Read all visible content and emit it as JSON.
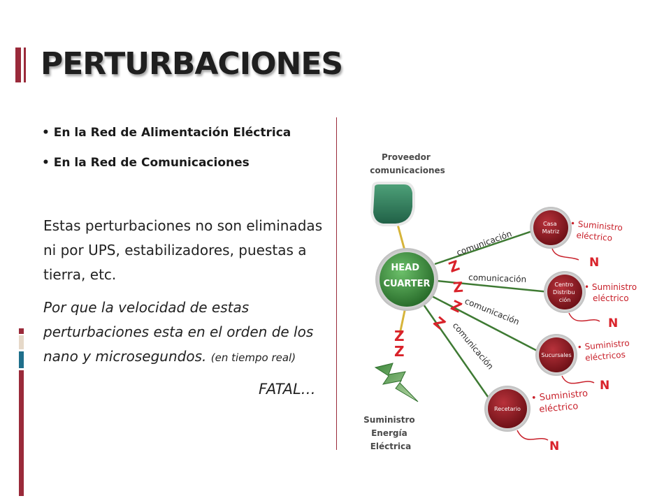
{
  "slide": {
    "title": "PERTURBACIONES",
    "bullets": [
      "En la Red de Alimentación Eléctrica",
      "En la Red de Comunicaciones"
    ],
    "paragraph1": "Estas perturbaciones no son eliminadas ni por UPS, estabilizadores, puestas a tierra, etc.",
    "paragraph2_main": "Por que la velocidad de estas perturbaciones esta en el orden de los nano y microsegundos.",
    "paragraph2_small": "(en tiempo real)",
    "fatal": "FATAL…"
  },
  "diagram": {
    "provider_label": [
      "Proveedor",
      "comunicaciones"
    ],
    "hub_label": [
      "HEAD",
      "CUARTER"
    ],
    "power_label": [
      "Suministro",
      "Energía",
      "Eléctrica"
    ],
    "noise_glyph": "Z",
    "noise_glyph_small": "N",
    "links": [
      {
        "text": "comunicación"
      },
      {
        "text": "comunicación"
      },
      {
        "text": "comunicación"
      },
      {
        "text": "comunicación"
      }
    ],
    "nodes": [
      {
        "label": [
          "Casa",
          "Matriz"
        ],
        "supply": [
          "Suministro",
          "eléctrico"
        ]
      },
      {
        "label": [
          "Centro",
          "Distribu",
          "ción"
        ],
        "supply": [
          "Suministro",
          "eléctrico"
        ]
      },
      {
        "label": [
          "Sucursales"
        ],
        "supply": [
          "Suministro",
          "eléctricos"
        ]
      },
      {
        "label": [
          "Recetario"
        ],
        "supply": [
          "Suministro",
          "eléctrico"
        ]
      }
    ]
  },
  "colors": {
    "accent_red": "#9a2a3a",
    "accent_beige": "#e6d9c9",
    "accent_teal": "#1f6f8b",
    "hub_green": "#3b8a3e",
    "node_red": "#8e1a22",
    "noise_red": "#d9222a",
    "line_green": "#3e7a33",
    "line_yellow": "#d6b43a"
  }
}
